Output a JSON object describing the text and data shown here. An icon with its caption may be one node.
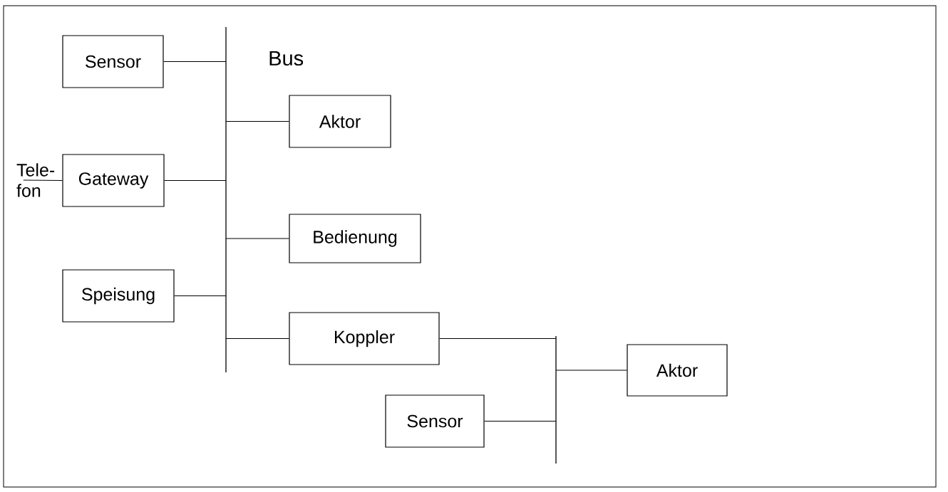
{
  "diagram": {
    "nodes": [
      {
        "text": [
          "Sensor"
        ]
      },
      {
        "text": [],
        "shape": "bar",
        "beside": [
          "Bus"
        ]
      },
      {
        "text": [
          "Aktor"
        ]
      },
      {
        "text": [
          "Tele- fon"
        ]
      },
      {
        "text": [
          "Gateway"
        ]
      },
      {
        "text": [
          "Bedienung"
        ]
      },
      {
        "text": [
          "Speisung"
        ]
      },
      {
        "text": [
          "Koppler"
        ]
      },
      {
        "text": [],
        "shape": "bar"
      },
      {
        "text": [
          "Aktor"
        ]
      },
      {
        "text": [
          "Sensor"
        ]
      }
    ],
    "edges": [
      {
        "from": 0,
        "to": 1,
        "arrow": "none"
      },
      {
        "from": 1,
        "to": 2,
        "arrow": "none"
      },
      {
        "from": 3,
        "to": 4,
        "arrow": "none"
      },
      {
        "from": 4,
        "to": 1,
        "arrow": "none"
      },
      {
        "from": 1,
        "to": 5,
        "arrow": "none"
      },
      {
        "from": 6,
        "to": 1,
        "arrow": "none"
      },
      {
        "from": 1,
        "to": 7,
        "arrow": "none"
      },
      {
        "from": 7,
        "to": 8,
        "arrow": "none"
      },
      {
        "from": 8,
        "to": 9,
        "arrow": "none"
      },
      {
        "from": 10,
        "to": 8,
        "arrow": "none"
      }
    ]
  }
}
